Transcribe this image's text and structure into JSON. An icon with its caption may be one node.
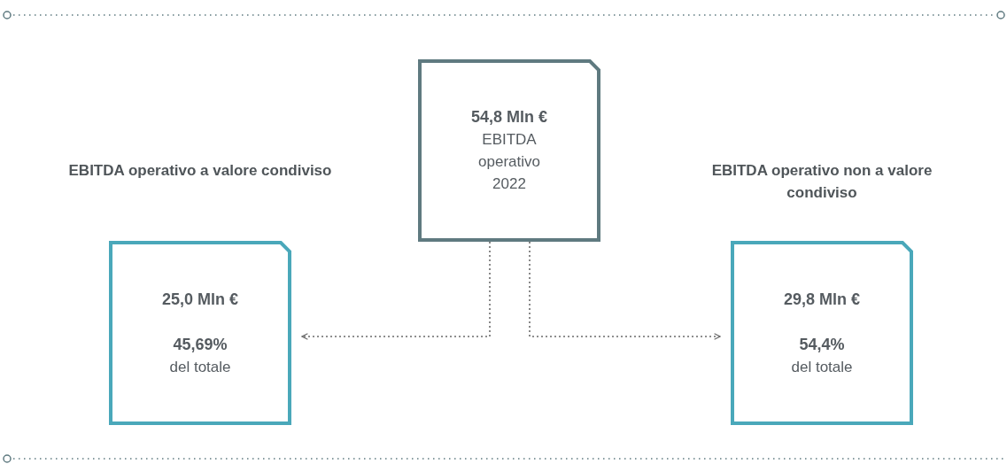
{
  "diagram": {
    "nodes": [
      {
        "text": [
          "54,8 Mln €",
          "EBITDA operativo 2022"
        ]
      },
      {
        "text": [
          "EBITDA operativo a valore condiviso",
          "25,0 Mln €",
          "45,69%",
          "del totale"
        ]
      },
      {
        "text": [
          "EBITDA operativo non a valore condiviso",
          "29,8 Mln €",
          "54,4%",
          "del totale"
        ]
      }
    ],
    "edges": [
      {
        "from": 0,
        "to": 1,
        "arrow": "to",
        "style": "dashed"
      },
      {
        "from": 0,
        "to": 2,
        "arrow": "to",
        "style": "dashed"
      }
    ]
  }
}
